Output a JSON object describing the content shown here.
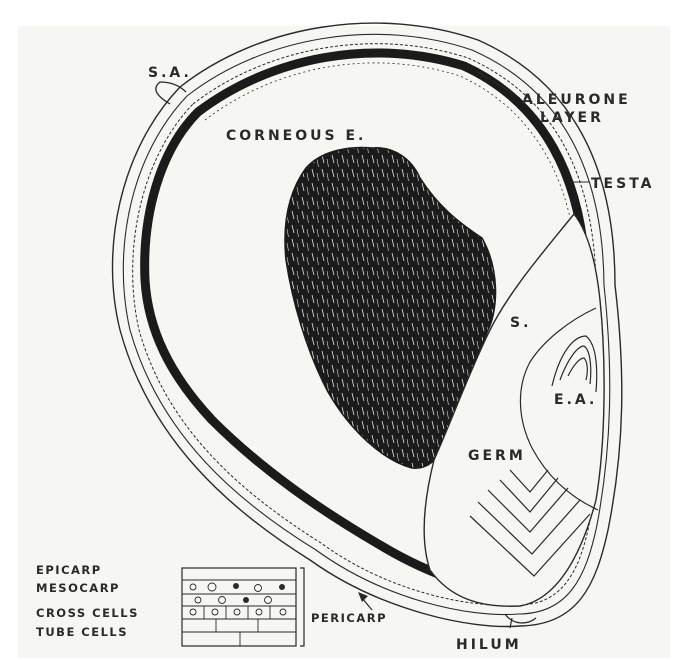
{
  "labels": {
    "sa": "S.A.",
    "aleurone_line1": "ALEURONE",
    "aleurone_line2": "LAYER",
    "corneous": "CORNEOUS E.",
    "testa": "TESTA",
    "s": "S.",
    "ea": "E.A.",
    "germ": "GERM",
    "pericarp": "PERICARP",
    "hilum": "HILUM"
  },
  "legend": {
    "epicarp": "EPICARP",
    "mesocarp": "MESOCARP",
    "cross_cells": "CROSS CELLS",
    "tube_cells": "TUBE CELLS"
  },
  "colors": {
    "ink": "#2a2a2a",
    "paper": "#f6f6f3",
    "fill_dark": "#1b1b1b"
  }
}
